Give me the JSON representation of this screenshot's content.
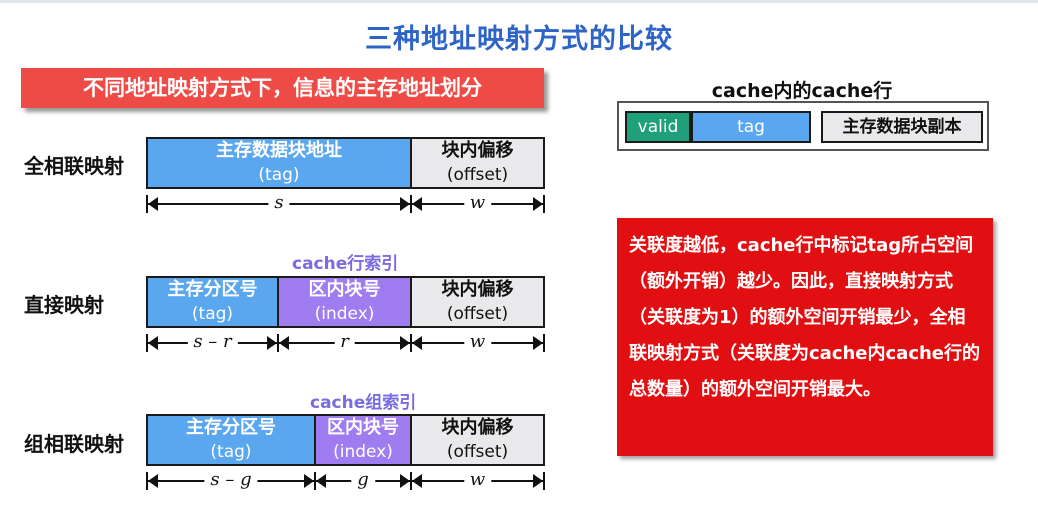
{
  "title": "三种地址映射方式的比较",
  "subtitle": "不同地址映射方式下，信息的主存地址划分",
  "rows": [
    {
      "label": "全相联映射",
      "segments": [
        {
          "line1": "主存数据块地址",
          "line2": "(tag)"
        },
        {
          "line1": "块内偏移",
          "line2": "(offset)"
        }
      ],
      "dims": [
        "s",
        "w"
      ]
    },
    {
      "label": "直接映射",
      "index_label": "cache行索引",
      "segments": [
        {
          "line1": "主存分区号",
          "line2": "(tag)"
        },
        {
          "line1": "区内块号",
          "line2": "(index)"
        },
        {
          "line1": "块内偏移",
          "line2": "(offset)"
        }
      ],
      "dims": [
        "s – r",
        "r",
        "w"
      ]
    },
    {
      "label": "组相联映射",
      "index_label": "cache组索引",
      "segments": [
        {
          "line1": "主存分区号",
          "line2": "(tag)"
        },
        {
          "line1": "区内块号",
          "line2": "(index)"
        },
        {
          "line1": "块内偏移",
          "line2": "(offset)"
        }
      ],
      "dims": [
        "s – g",
        "g",
        "w"
      ]
    }
  ],
  "cache_line": {
    "title": "cache内的cache行",
    "fields": [
      "valid",
      "tag",
      "主存数据块副本"
    ]
  },
  "note": "关联度越低，cache行中标记tag所占空间（额外开销）越少。因此，直接映射方式（关联度为1）的额外空间开销最少，全相联映射方式（关联度为cache内cache行的总数量）的额外空间开销最大。",
  "colors": {
    "title": "#2f64c7",
    "subtitle_bg": "#ef4b46",
    "tag_blue": "#5aa7ef",
    "index_purple": "#9f7df0",
    "offset_grey": "#e9e9eb",
    "valid_green": "#1fa07a",
    "note_red": "#e10f12"
  }
}
